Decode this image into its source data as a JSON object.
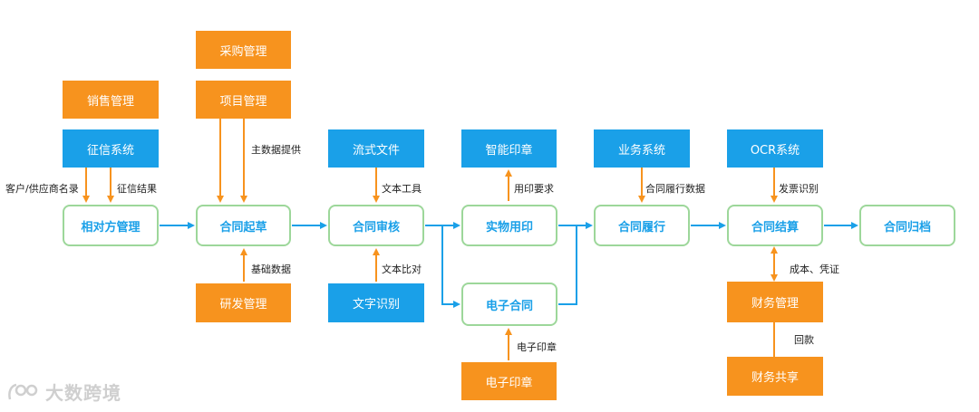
{
  "stages": {
    "counterparty": "相对方管理",
    "drafting": "合同起草",
    "review": "合同审核",
    "physical_seal": "实物用印",
    "e_contract": "电子合同",
    "performance": "合同履行",
    "settlement": "合同结算",
    "archive": "合同归档"
  },
  "systems": {
    "sales": "销售管理",
    "credit": "征信系统",
    "purchase": "采购管理",
    "project": "项目管理",
    "rnd": "研发管理",
    "workflow_doc": "流式文件",
    "text_recognition": "文字识别",
    "smart_seal": "智能印章",
    "e_seal": "电子印章",
    "business": "业务系统",
    "ocr": "OCR系统",
    "finance": "财务管理",
    "finance_shared": "财务共享"
  },
  "edge_labels": {
    "customer_list": "客户/供应商名录",
    "credit_result": "征信结果",
    "master_data": "主数据提供",
    "base_data": "基础数据",
    "text_tool": "文本工具",
    "text_compare": "文本比对",
    "seal_request": "用印要求",
    "e_seal": "电子印章",
    "performance_data": "合同履行数据",
    "invoice_recognition": "发票识别",
    "cost_voucher": "成本、凭证",
    "payment_return": "回款"
  },
  "watermark": "大数跨境",
  "colors": {
    "orange": "#f7931e",
    "blue": "#1aa0e8",
    "stage_border": "#9dd79a",
    "line_orange": "#f7931e",
    "line_blue": "#1aa0e8"
  }
}
